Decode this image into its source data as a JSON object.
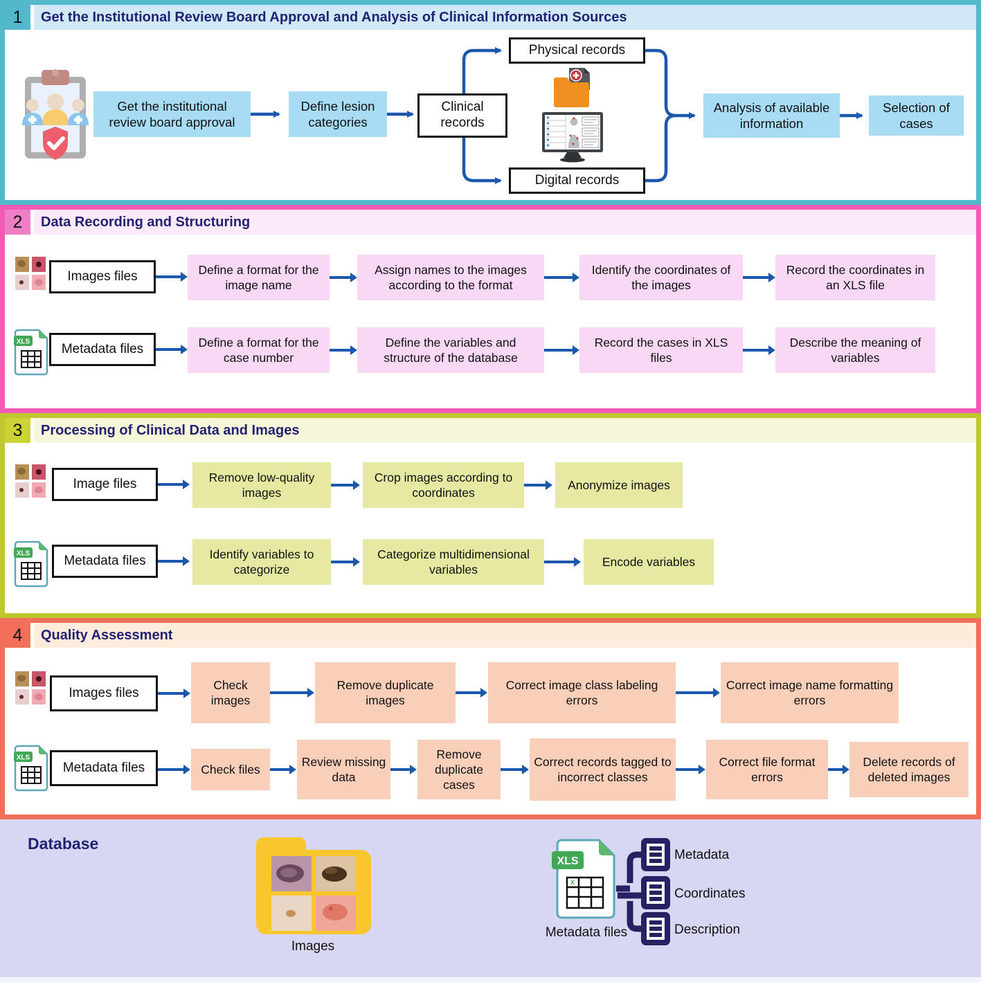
{
  "palette": {
    "section1_border": "#54b8cb",
    "section1_header_bg": "#cfe9f7",
    "section1_box_bg": "#a8dcf5",
    "section2_border": "#f25ab4",
    "section2_header_bg": "#fce9f9",
    "section2_box_bg": "#f9d8f5",
    "section3_border": "#c0c72e",
    "section3_header_bg": "#f6f6d8",
    "section3_box_bg": "#e6e9a2",
    "section4_border": "#f2705a",
    "section4_header_bg": "#fdebdb",
    "section4_box_bg": "#f9cfba",
    "arrow_color": "#1a57ad",
    "title_text_color": "#232272",
    "footer_bg": "#d7d7f3",
    "folder_yellow": "#f9c62e",
    "xls_green": "#43a856",
    "doc_navy": "#262262"
  },
  "sections": [
    {
      "number": "1",
      "title": "Get the Institutional Review Board Approval and Analysis of Clinical Information Sources",
      "nodes": {
        "approval": "Get the institutional review board approval",
        "categories": "Define lesion categories",
        "clinical": "Clinical records",
        "physical": "Physical records",
        "digital": "Digital records",
        "analysis": "Analysis of available information",
        "selection": "Selection of cases"
      }
    },
    {
      "number": "2",
      "title": "Data Recording and Structuring",
      "rows": [
        {
          "source": "Images files",
          "steps": [
            "Define a format for the image name",
            "Assign names to the images according to  the format",
            "Identify the coordinates of the images",
            "Record the coordinates in an XLS file"
          ]
        },
        {
          "source": "Metadata files",
          "steps": [
            "Define a format for the case number",
            "Define the variables and structure of the database",
            "Record the cases in XLS files",
            "Describe the meaning of variables"
          ]
        }
      ]
    },
    {
      "number": "3",
      "title": "Processing of Clinical Data and Images",
      "rows": [
        {
          "source": "Image files",
          "steps": [
            "Remove low-quality images",
            "Crop images according to coordinates",
            "Anonymize images"
          ]
        },
        {
          "source": "Metadata files",
          "steps": [
            "Identify variables to categorize",
            "Categorize multidimensional variables",
            "Encode variables"
          ]
        }
      ]
    },
    {
      "number": "4",
      "title": "Quality Assessment",
      "rows": [
        {
          "source": "Images files",
          "steps": [
            "Check images",
            "Remove duplicate images",
            "Correct image class labeling errors",
            "Correct image name formatting errors"
          ]
        },
        {
          "source": "Metadata files",
          "steps": [
            "Check files",
            "Review missing data",
            "Remove duplicate cases",
            "Correct records tagged to incorrect classes",
            "Correct file format errors",
            "Delete records of deleted images"
          ]
        }
      ]
    }
  ],
  "database": {
    "title": "Database",
    "images_label": "Images",
    "metadata_files_label": "Metadata files",
    "outputs": [
      "Metadata",
      "Coordinates",
      "Description"
    ]
  },
  "icons": {
    "irb": "clipboard-approval-icon",
    "physical": "medical-folder-icon",
    "digital": "medical-record-monitor-icon",
    "image_set": "lesion-thumbnails-icon",
    "xls": "xls-file-icon",
    "db_folder": "images-folder-icon",
    "doc": "document-icon"
  }
}
